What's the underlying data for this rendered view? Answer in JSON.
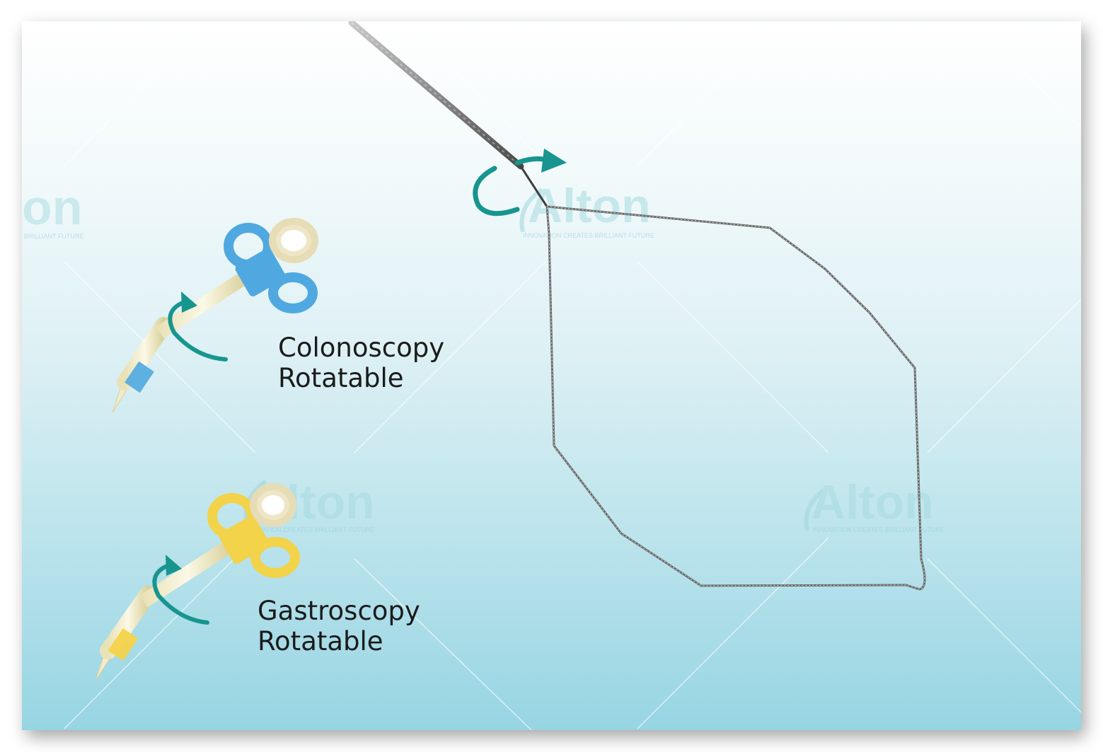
{
  "watermark": {
    "brand": "Alton",
    "brand_partial": "on",
    "tagline": "INNOVATION CREATES BRILLIANT FUTURE",
    "tagline_partial": "BRILLIANT FUTURE",
    "color": "#9fd6dc"
  },
  "labels": {
    "colonoscopy": {
      "line1": "Colonoscopy",
      "line2": "Rotatable"
    },
    "gastroscopy": {
      "line1": "Gastroscopy",
      "line2": "Rotatable"
    }
  },
  "colors": {
    "arrow": "#17958e",
    "handle_blue": "#4fa9e0",
    "handle_yellow": "#f3d34a",
    "shaft": "#f6f2d6",
    "wire": "#6c6c6c"
  }
}
